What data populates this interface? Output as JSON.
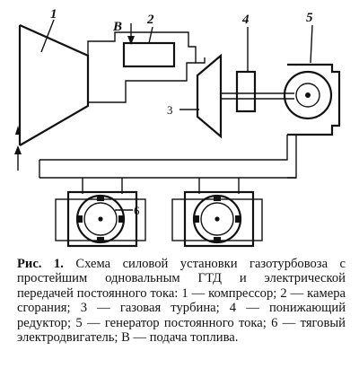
{
  "diagram": {
    "labels": {
      "compressor": "1",
      "combustion_chamber": "2",
      "fuel": "B",
      "turbine": "3",
      "reducer": "4",
      "generator": "5",
      "traction_motor": "6"
    }
  },
  "caption": {
    "label": "Рис. 1.",
    "text": "Схема силовой установки газотурбовоза с простейшим одновальным ГТД и электрической передачей постоянного тока: 1 — компрессор; 2 — камера сгорания; 3 — газовая турбина; 4 — понижающий редуктор; 5 — генератор постоянного тока; 6 — тяговый электродвигатель; В — подача топлива."
  }
}
